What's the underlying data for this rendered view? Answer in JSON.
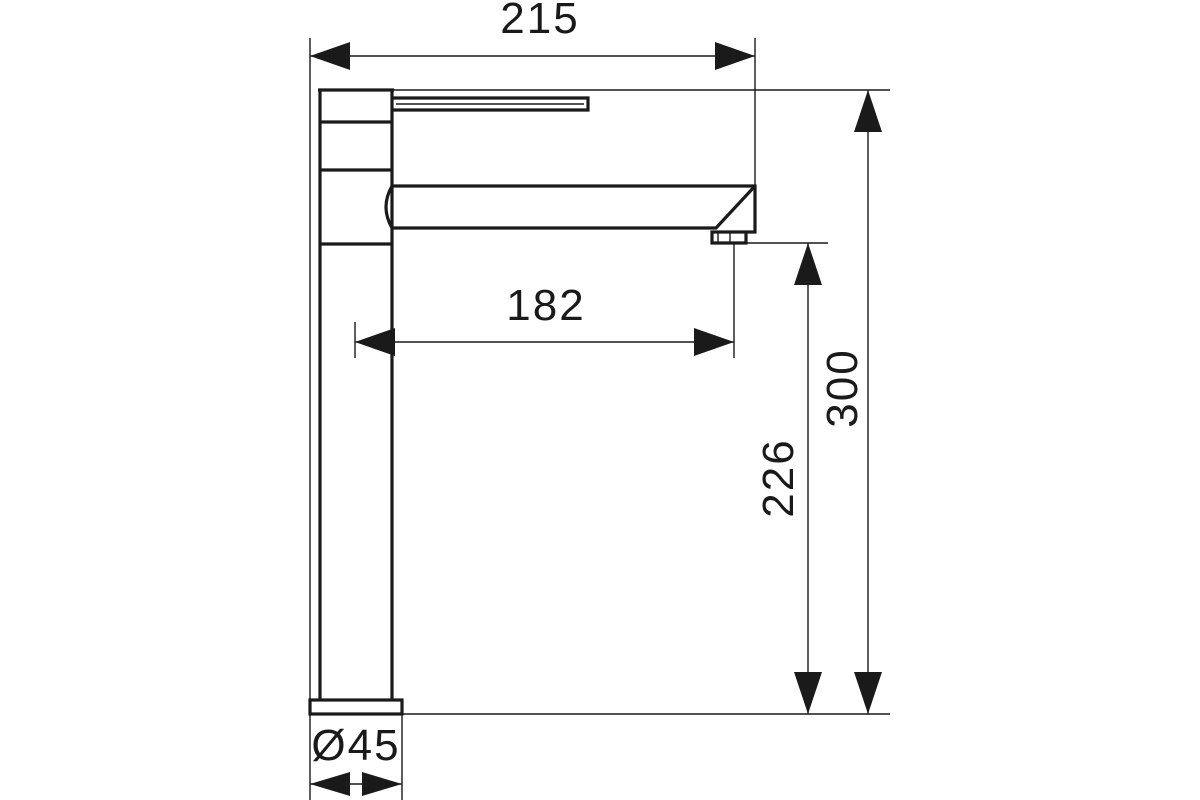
{
  "dimensions": {
    "overall_width": "215",
    "spout_reach": "182",
    "spout_height": "226",
    "total_height": "300",
    "base_diameter": "Ø45"
  }
}
